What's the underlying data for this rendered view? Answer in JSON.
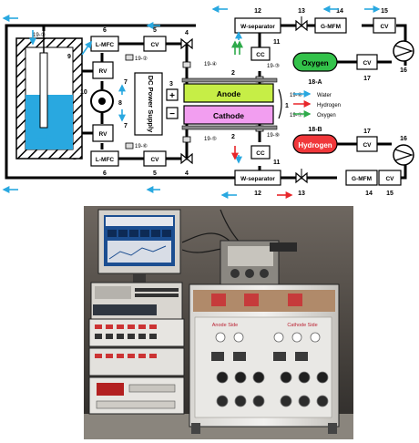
{
  "diagram": {
    "labels": {
      "lmfc": "L-MFC",
      "cv": "CV",
      "rv": "RV",
      "cc": "CC",
      "wsep": "W-separator",
      "gmfm": "G-MFM",
      "anode": "Anode",
      "cathode": "Cathode",
      "power": "DC Power Supply",
      "plus": "+",
      "minus": "−",
      "oxygen": "Oxygen",
      "hydrogen": "Hydrogen",
      "tank_a": "18-A",
      "tank_b": "18-B"
    },
    "numbers": {
      "n1": "1",
      "n2": "2",
      "n3": "3",
      "n4": "4",
      "n5": "5",
      "n6": "6",
      "n7": "7",
      "n8": "8",
      "n9": "9",
      "n10": "10",
      "n11": "11",
      "n12": "12",
      "n13": "13",
      "n14": "14",
      "n15": "15",
      "n16": "16",
      "n17": "17"
    },
    "sensors": {
      "s1": "19-①",
      "s2": "19-②",
      "s3": "19-③",
      "s4": "19-④",
      "s5": "19-⑤",
      "s6": "19-⑥",
      "s7": "19-⑦",
      "s8": "19-⑧",
      "s9": "19-⑨"
    },
    "legend": [
      {
        "label": "Water",
        "color": "#29a8e0"
      },
      {
        "label": "Hydrogen",
        "color": "#e8262a"
      },
      {
        "label": "Oxygen",
        "color": "#2eaa4a"
      }
    ],
    "colors": {
      "water": "#29a8e0",
      "hydrogen": "#e8262a",
      "oxygen": "#2eaa4a",
      "anode_fill": "#c6ee46",
      "cathode_fill": "#f29ef0",
      "oxygen_tank": "#33c24a",
      "hydrogen_tank": "#f0373a"
    }
  },
  "photo": {
    "panel_left": "Anode Side",
    "panel_right": "Cathode Side"
  }
}
